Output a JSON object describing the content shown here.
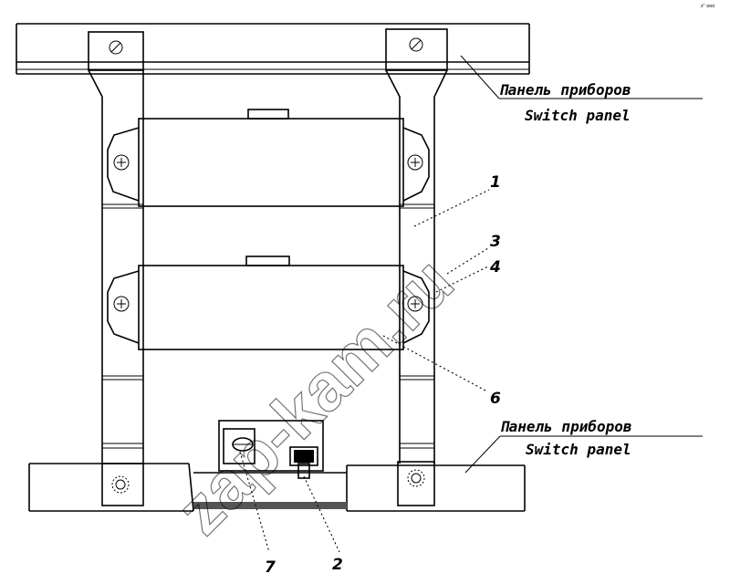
{
  "labels": {
    "top_panel_ru": "Панель приборов",
    "top_panel_en": "Switch panel",
    "bottom_panel_ru": "Панель приборов",
    "bottom_panel_en": "Switch panel"
  },
  "callouts": [
    "1",
    "3",
    "4",
    "6",
    "7",
    "2"
  ],
  "watermark": "zap-kam.ru",
  "corner_mark": "z″ ooo"
}
